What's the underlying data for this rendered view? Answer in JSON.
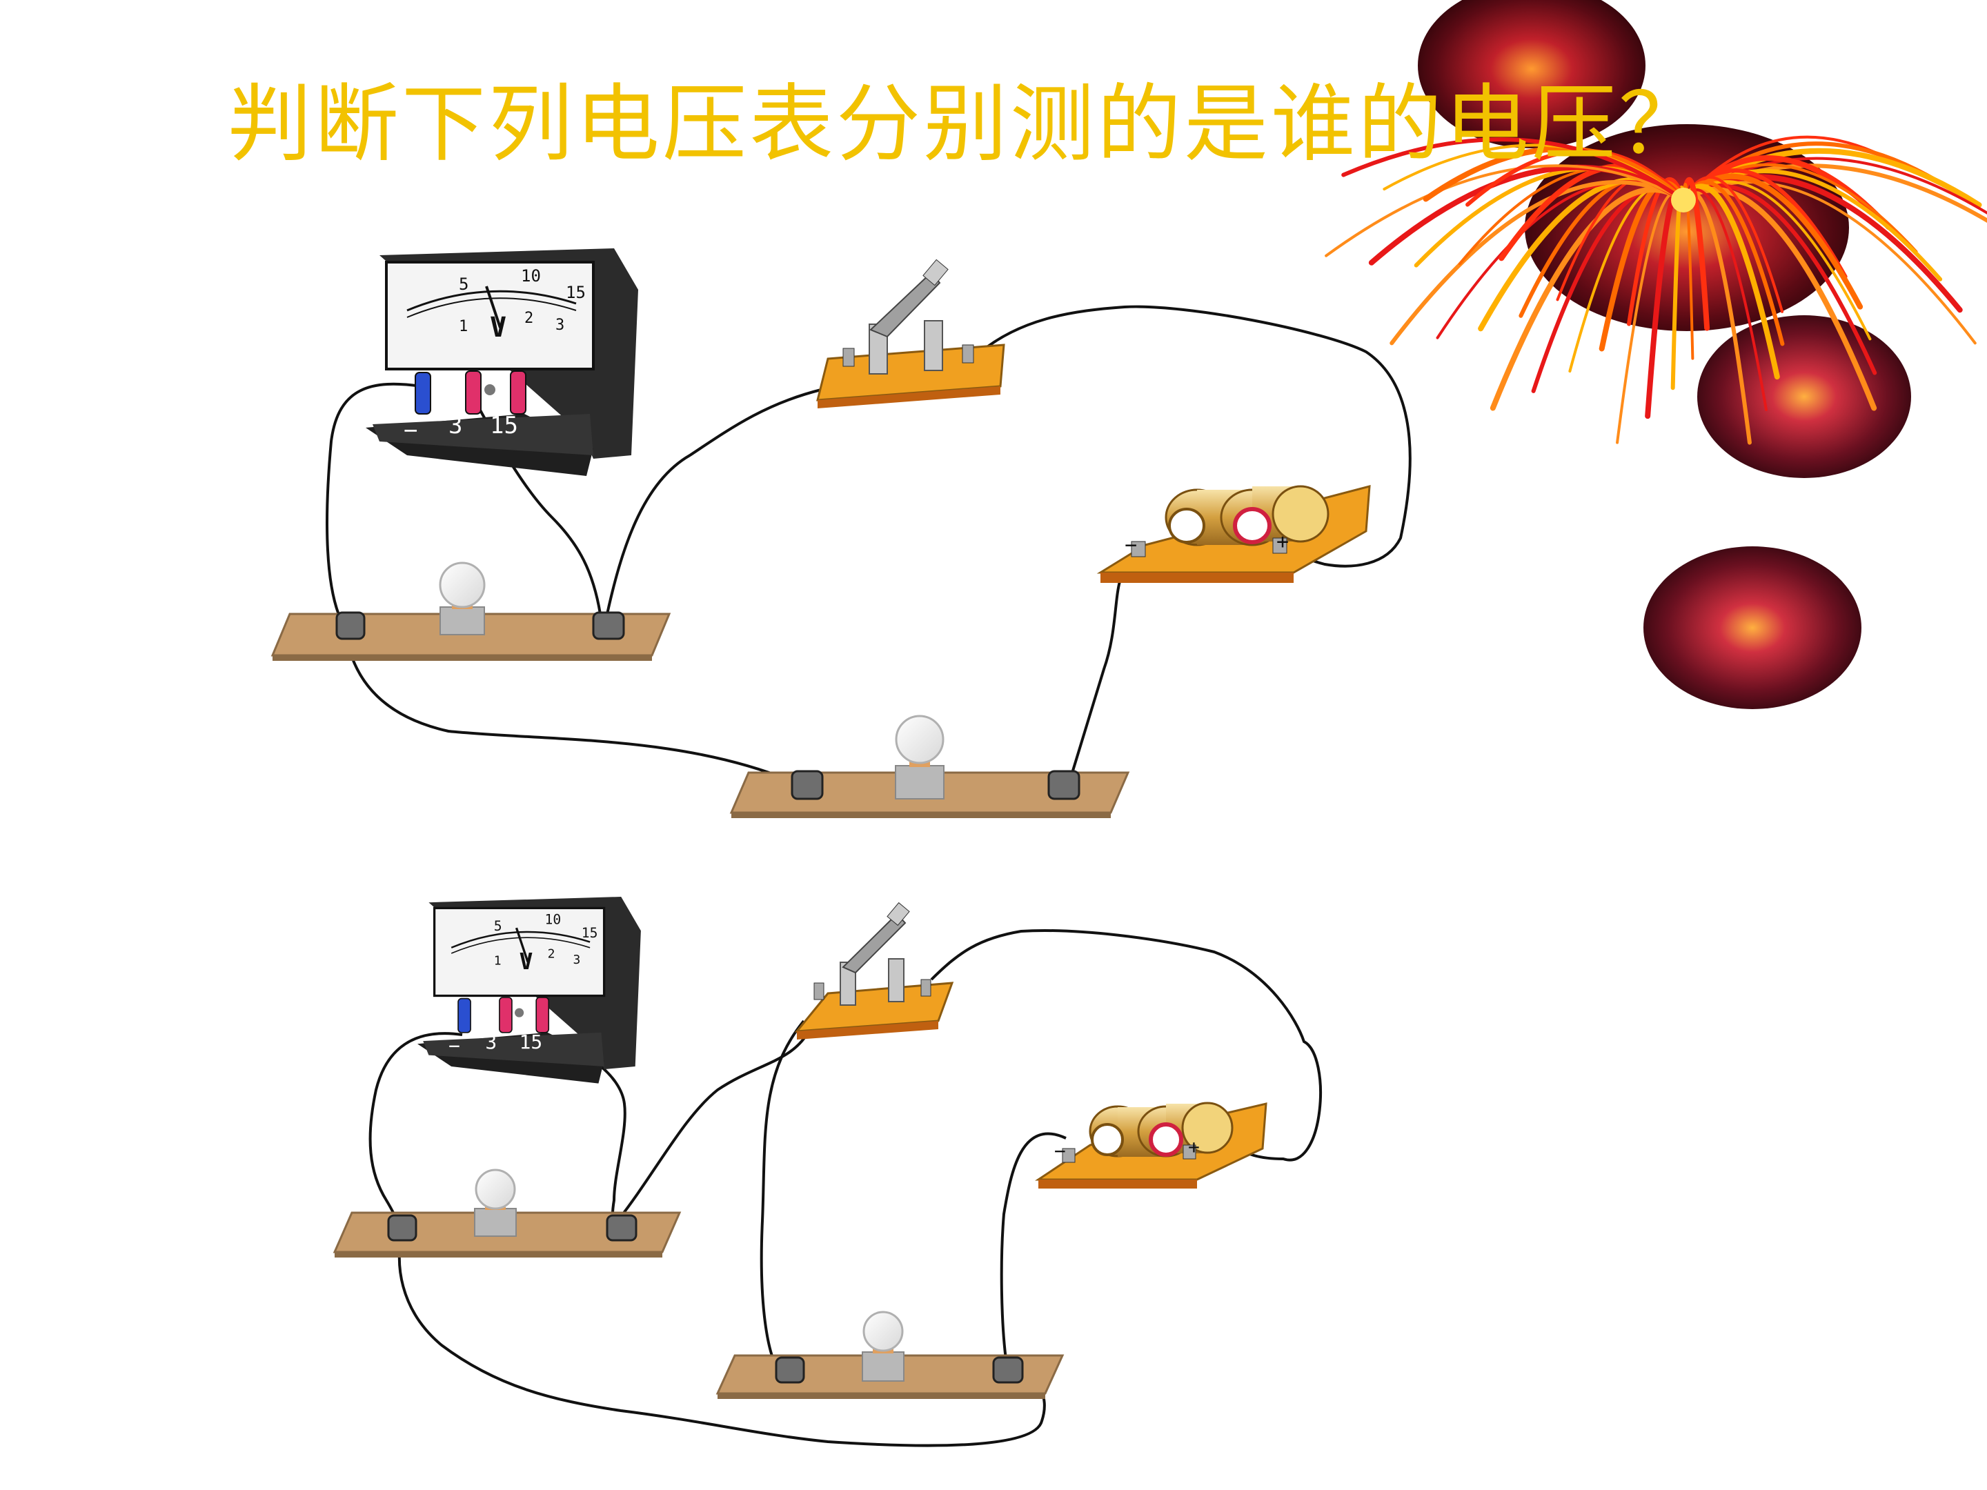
{
  "title": "判断下列电压表分别测的是谁的电压？",
  "colors": {
    "title": "#f2c200",
    "board": "#c79b6a",
    "board_edge": "#8a6a45",
    "battery_box": "#f0a020",
    "meter_body": "#303030",
    "wire": "#111111",
    "terminal_neg": "#2a4fd0",
    "terminal_pos": "#e0306a"
  },
  "meters": [
    {
      "id": "meter-1",
      "unit_symbol": "V",
      "scale_top": [
        "5",
        "10",
        "15"
      ],
      "scale_bottom": [
        "1",
        "2",
        "3"
      ],
      "terminal_labels": [
        "−",
        "3",
        "15"
      ]
    },
    {
      "id": "meter-2",
      "unit_symbol": "V",
      "scale_top": [
        "5",
        "10",
        "15"
      ],
      "scale_bottom": [
        "1",
        "2",
        "3"
      ],
      "terminal_labels": [
        "−",
        "3",
        "15"
      ]
    }
  ],
  "batteries": [
    {
      "id": "battery-1",
      "neg_label": "−",
      "pos_label": "+"
    },
    {
      "id": "battery-2",
      "neg_label": "−",
      "pos_label": "+"
    }
  ],
  "decoration": {
    "icon": "fireworks-decoration"
  }
}
